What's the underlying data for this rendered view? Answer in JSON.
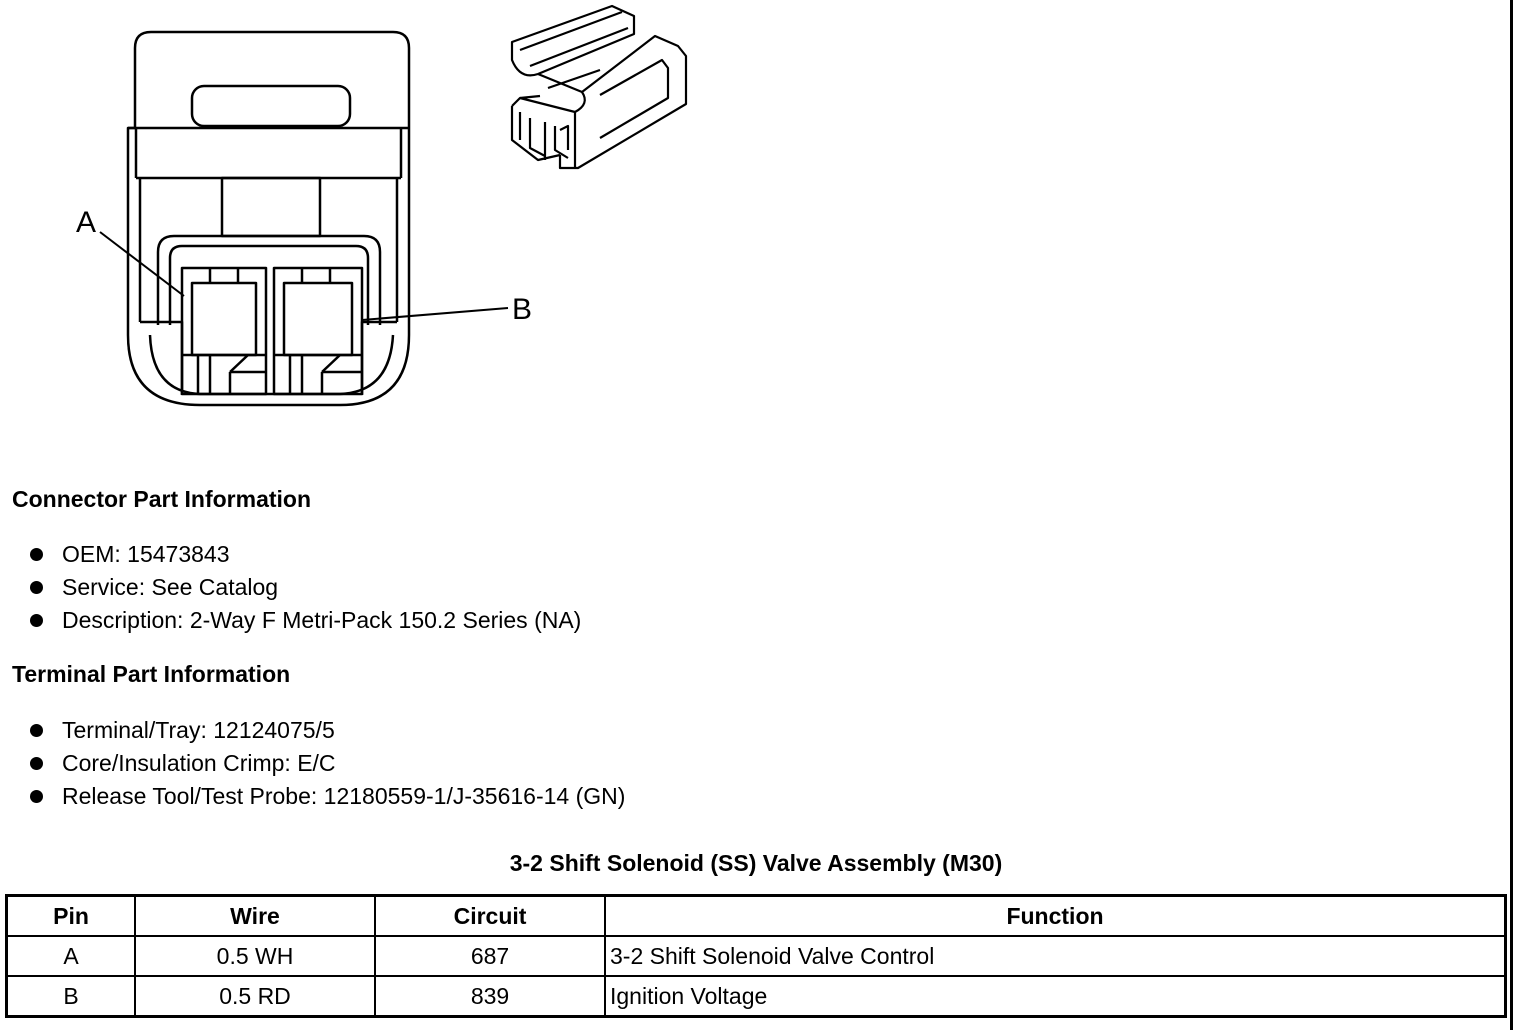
{
  "diagram": {
    "labels": [
      "A",
      "B"
    ]
  },
  "connector_info": {
    "title": "Connector Part Information",
    "items": [
      "OEM: 15473843",
      "Service: See Catalog",
      "Description: 2-Way F Metri-Pack 150.2 Series (NA)"
    ]
  },
  "terminal_info": {
    "title": "Terminal Part Information",
    "items": [
      "Terminal/Tray: 12124075/5",
      "Core/Insulation Crimp: E/C",
      "Release Tool/Test Probe: 12180559-1/J-35616-14 (GN)"
    ]
  },
  "table": {
    "caption": "3-2 Shift Solenoid (SS) Valve Assembly (M30)",
    "headers": [
      "Pin",
      "Wire",
      "Circuit",
      "Function"
    ],
    "rows": [
      [
        "A",
        "0.5 WH",
        "687",
        "3-2 Shift Solenoid Valve Control"
      ],
      [
        "B",
        "0.5 RD",
        "839",
        "Ignition Voltage"
      ]
    ]
  }
}
